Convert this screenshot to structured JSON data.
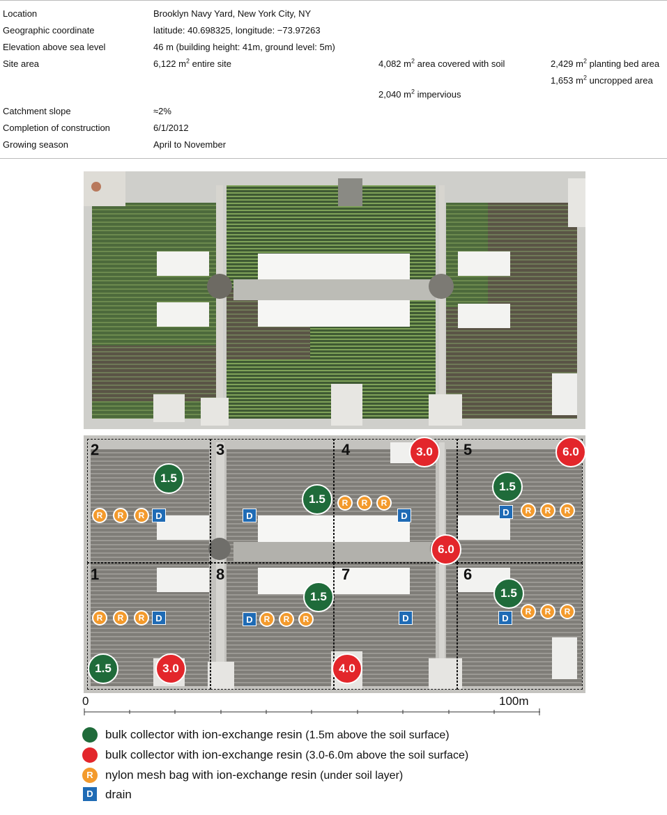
{
  "site_info": {
    "location": {
      "label": "Location",
      "value": "Brooklyn Navy Yard, New York City, NY"
    },
    "coordinate": {
      "label": "Geographic coordinate",
      "value": "latitude: 40.698325, longitude: −73.97263"
    },
    "elevation": {
      "label": "Elevation above sea level",
      "value": "46 m (building height: 41m, ground level: 5m)"
    },
    "site_area": {
      "label": "Site area",
      "entire_value": "6,122 m",
      "entire_unit_sup": "2",
      "entire_suffix": " entire site",
      "soil_value": "4,082 m",
      "soil_unit_sup": "2",
      "soil_suffix": " area covered with soil",
      "bed_value": "2,429 m",
      "bed_unit_sup": "2",
      "bed_suffix": " planting bed area",
      "uncropped_value": "1,653 m",
      "uncropped_unit_sup": "2",
      "uncropped_suffix": " uncropped area",
      "impervious_value": "2,040 m",
      "impervious_unit_sup": "2",
      "impervious_suffix": " impervious"
    },
    "slope": {
      "label": "Catchment slope",
      "value": "≈2%"
    },
    "completion": {
      "label": "Completion of construction",
      "value": "6/1/2012"
    },
    "season": {
      "label": "Growing season",
      "value": "April to November"
    }
  },
  "zones": [
    "1",
    "2",
    "3",
    "4",
    "5",
    "6",
    "7",
    "8"
  ],
  "markers": {
    "green_label": "1.5",
    "red_labels": [
      "3.0",
      "6.0",
      "6.0",
      "3.0",
      "4.0"
    ],
    "resin_bag_label": "R",
    "drain_label": "D"
  },
  "scale": {
    "start": "0",
    "end": "100m"
  },
  "legend": [
    {
      "symbol": "green-circle",
      "text": "bulk collector with ion-exchange resin",
      "note": "(1.5m above the soil surface)"
    },
    {
      "symbol": "red-circle",
      "text": "bulk collector with ion-exchange resin",
      "note": "(3.0-6.0m above the soil surface)"
    },
    {
      "symbol": "R-circle",
      "symbol_text": "R",
      "text": "nylon mesh bag with ion-exchange resin",
      "note": "(under soil layer)"
    },
    {
      "symbol": "D-square",
      "symbol_text": "D",
      "text": "drain",
      "note": ""
    }
  ],
  "colors": {
    "green": "#1f6b3a",
    "red": "#e3262b",
    "orange": "#f39a2c",
    "blue": "#1f6bb5"
  }
}
